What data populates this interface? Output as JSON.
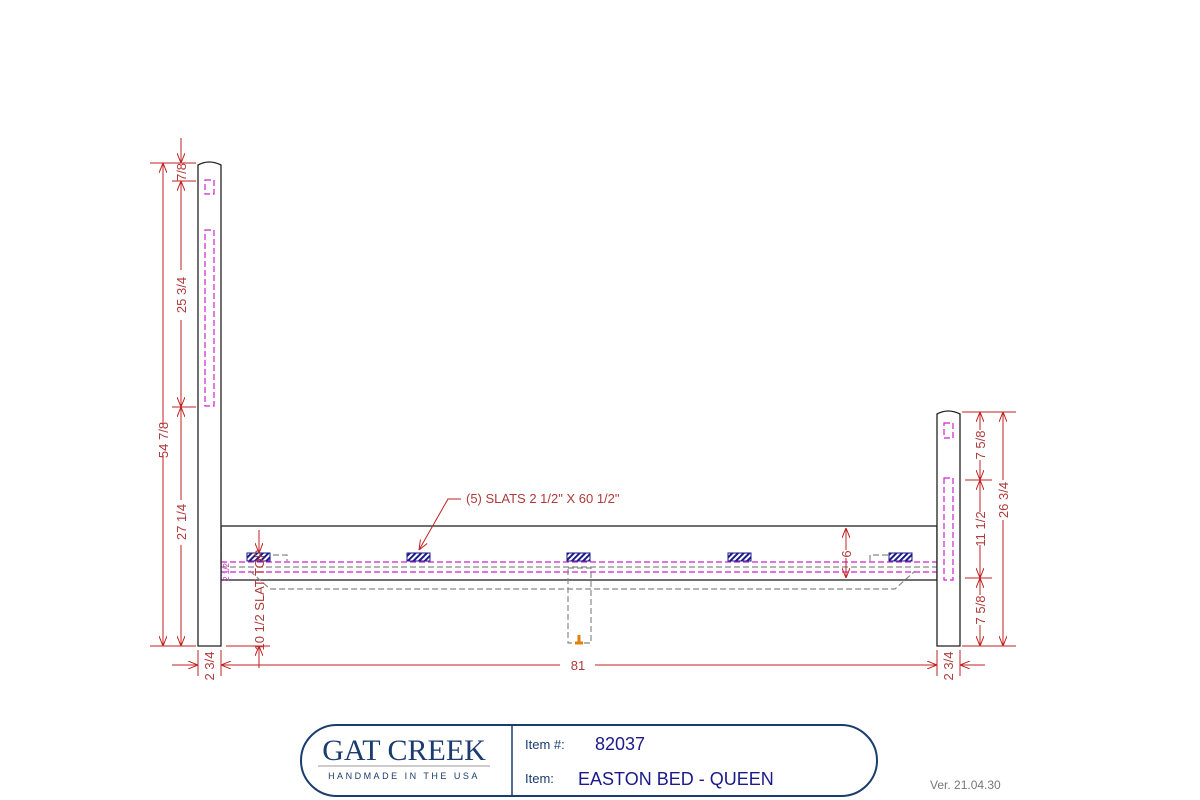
{
  "drawing": {
    "dimensions": {
      "headboard_total": "54 7/8",
      "headboard_top": "7/8",
      "headboard_upper": "25 3/4",
      "headboard_lower": "27 1/4",
      "footboard_upper": "7 5/8",
      "footboard_mid": "11 1/2",
      "footboard_lower": "7 5/8",
      "footboard_total": "26 3/4",
      "post_width_left": "2 3/4",
      "post_width_right": "2 3/4",
      "rail_length": "81",
      "rail_height": "6",
      "slat_top": "10 1/2 SLAT TOP",
      "tenon_small": "2 1/2"
    },
    "callout": "(5) SLATS 2 1/2\" X 60 1/2\""
  },
  "title_block": {
    "logo_name": "GAT CREEK",
    "logo_tagline": "HANDMADE IN THE USA",
    "item_number_label": "Item #:",
    "item_number": "82037",
    "item_label": "Item:",
    "item_name": "EASTON BED - QUEEN",
    "version": "Ver. 21.04.30"
  },
  "colors": {
    "dimension": "#c02020",
    "hidden": "#d020d0",
    "brand": "#1a3c6e",
    "item_text": "#1a1a8a"
  }
}
